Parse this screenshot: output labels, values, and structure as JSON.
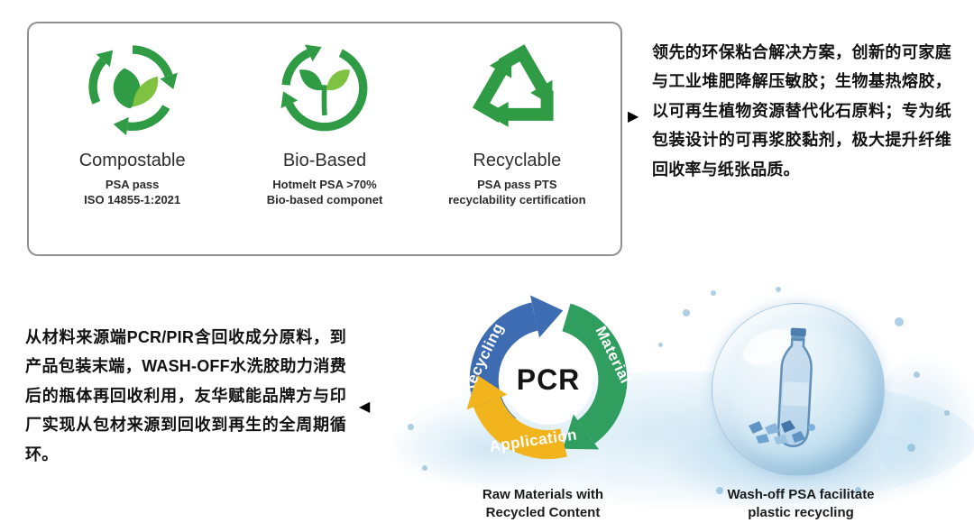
{
  "badges_panel": {
    "items": [
      {
        "icon": "compostable-icon",
        "title": "Compostable",
        "sub1": "PSA pass",
        "sub2": "ISO 14855-1:2021"
      },
      {
        "icon": "bio-based-icon",
        "title": "Bio-Based",
        "sub1": "Hotmelt PSA >70%",
        "sub2": "Bio-based componet"
      },
      {
        "icon": "recyclable-icon",
        "title": "Recyclable",
        "sub1": "PSA pass PTS",
        "sub2": "recyclability certification"
      }
    ]
  },
  "top_right_note": {
    "marker": "▶",
    "text": "领先的环保粘合解决方案，创新的可家庭与工业堆肥降解压敏胶；生物基热熔胶，以可再生植物资源替代化石原料；专为纸包装设计的可再浆胶黏剂，极大提升纤维回收率与纸张品质。"
  },
  "bottom_left_note": {
    "marker": "◀",
    "text": "从材料来源端PCR/PIR含回收成分原料，到产品包装末端，WASH-OFF水洗胶助力消费后的瓶体再回收利用，友华赋能品牌方与印厂实现从包材来源到回收到再生的全周期循环。"
  },
  "pcr_cycle": {
    "center": "PCR",
    "segments": [
      {
        "label": "Recycling",
        "color": "#3e6cb3"
      },
      {
        "label": "Material",
        "color": "#2f9e5f"
      },
      {
        "label": "Application",
        "color": "#f2b41d"
      }
    ],
    "caption": {
      "line1": "Raw Materials with",
      "line2": "Recycled Content"
    }
  },
  "wash_off": {
    "caption": {
      "line1": "Wash-off PSA facilitate",
      "line2": "plastic recycling"
    }
  },
  "colors": {
    "eco_green": "#2f9b44",
    "eco_light_green": "#7fc241",
    "cycle_blue": "#3e6cb3",
    "cycle_green": "#2f9e5f",
    "cycle_yellow": "#f2b41d"
  }
}
